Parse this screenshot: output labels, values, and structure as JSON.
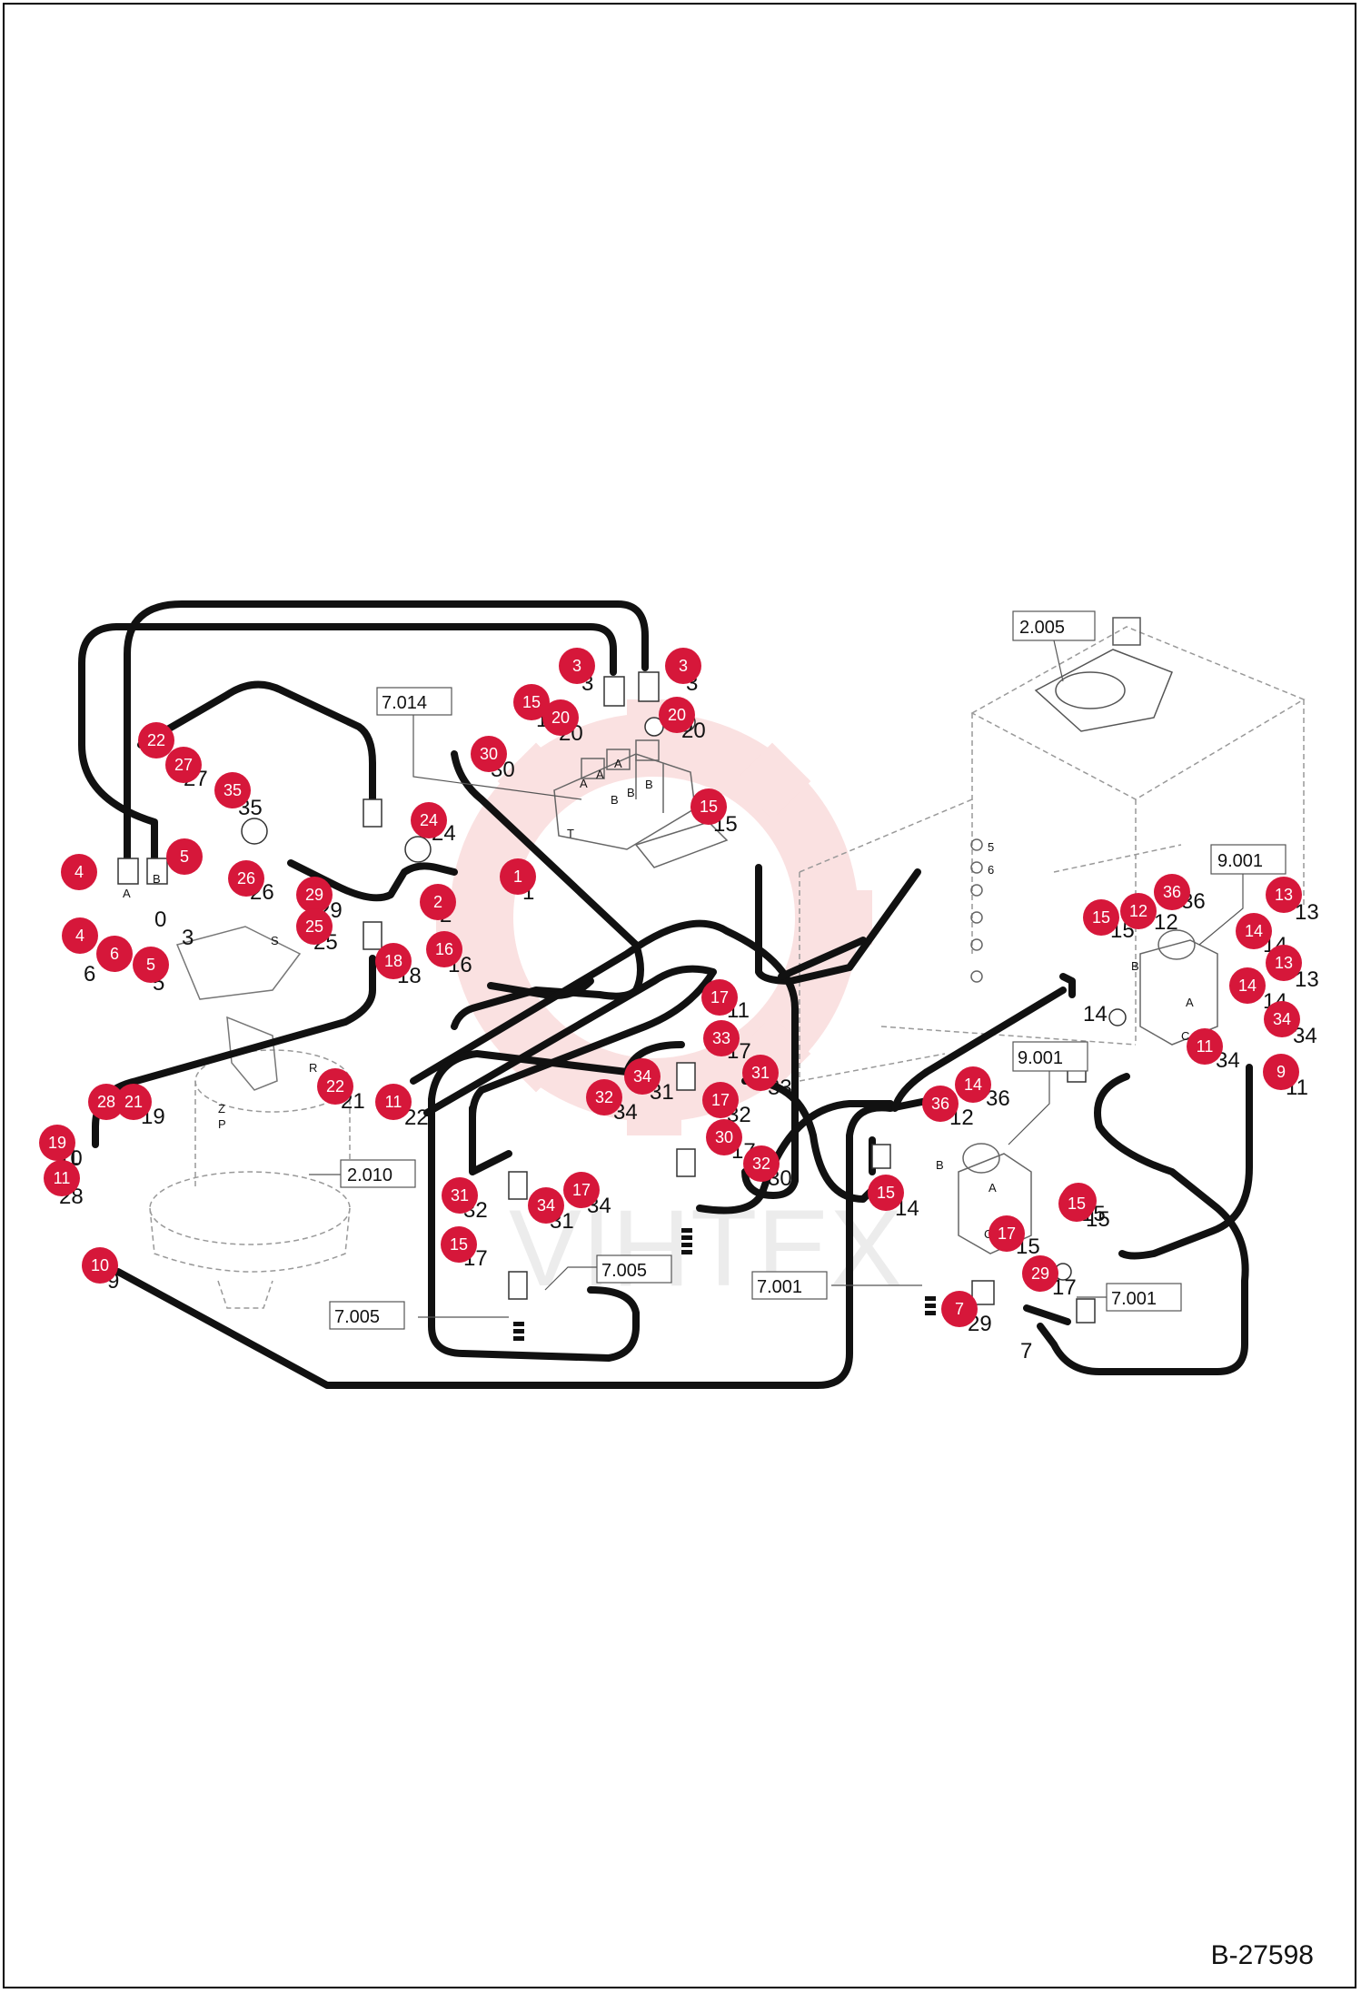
{
  "drawing_code": "B-27598",
  "watermark": "VIHTEX",
  "colors": {
    "callout": "#d6173a",
    "hose": "#111111",
    "watermark": "#f7c9c9",
    "component": "#999999"
  },
  "ref_boxes": [
    "2.005",
    "7.014",
    "9.001",
    "9.001",
    "2.010",
    "7.005",
    "7.005",
    "7.001",
    "7.001"
  ],
  "port_labels": [
    "A",
    "B",
    "A",
    "A",
    "A",
    "B",
    "B",
    "B",
    "T",
    "S",
    "R",
    "Z",
    "P",
    "A",
    "B",
    "A",
    "B",
    "C",
    "C",
    "5",
    "6"
  ],
  "callouts": [
    "3",
    "3",
    "20",
    "20",
    "15",
    "15",
    "30",
    "22",
    "27",
    "35",
    "4",
    "5",
    "26",
    "4",
    "6",
    "5",
    "29",
    "25",
    "24",
    "2",
    "1",
    "18",
    "16",
    "12",
    "36",
    "13",
    "14",
    "13",
    "14",
    "15",
    "34",
    "11",
    "9",
    "28",
    "10",
    "11",
    "19",
    "21",
    "22",
    "11",
    "17",
    "33",
    "31",
    "34",
    "32",
    "17",
    "30",
    "32",
    "31",
    "34",
    "17",
    "15",
    "12",
    "36",
    "14",
    "15",
    "15",
    "17",
    "29",
    "7"
  ],
  "echo_labels": [
    "3",
    "3",
    "20",
    "20",
    "15",
    "15",
    "30",
    "27",
    "35",
    "26",
    "6",
    "5",
    "29",
    "25",
    "24",
    "2",
    "1",
    "18",
    "16",
    "12",
    "36",
    "13",
    "14",
    "13",
    "14",
    "15",
    "34",
    "34",
    "11",
    "9",
    "28",
    "10",
    "11",
    "19",
    "21",
    "22",
    "11",
    "17",
    "33",
    "31",
    "34",
    "32",
    "17",
    "30",
    "32",
    "31",
    "34",
    "17",
    "15",
    "12",
    "36",
    "14",
    "15",
    "15",
    "17",
    "29",
    "7",
    "14",
    "0",
    "3"
  ]
}
